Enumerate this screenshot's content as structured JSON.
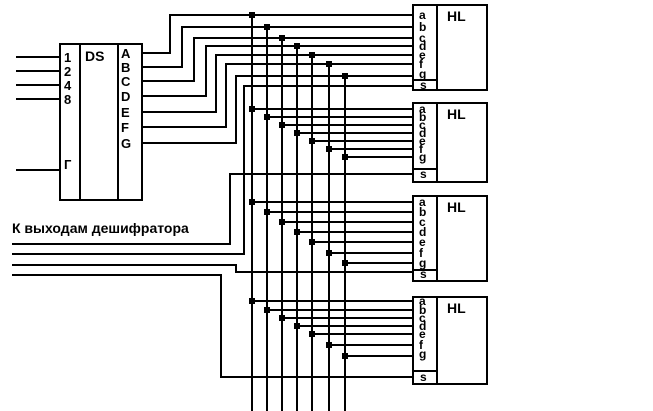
{
  "diagram": {
    "decoder": {
      "label": "DS",
      "inputs": [
        "1",
        "2",
        "4",
        "8",
        "Г"
      ],
      "outputs": [
        "A",
        "B",
        "C",
        "D",
        "E",
        "F",
        "G"
      ]
    },
    "indicator": {
      "label": "HL",
      "pins": [
        "a",
        "b",
        "c",
        "d",
        "e",
        "f",
        "g"
      ],
      "select": "s",
      "count": 4
    },
    "note": "К выходам дешифратора"
  }
}
